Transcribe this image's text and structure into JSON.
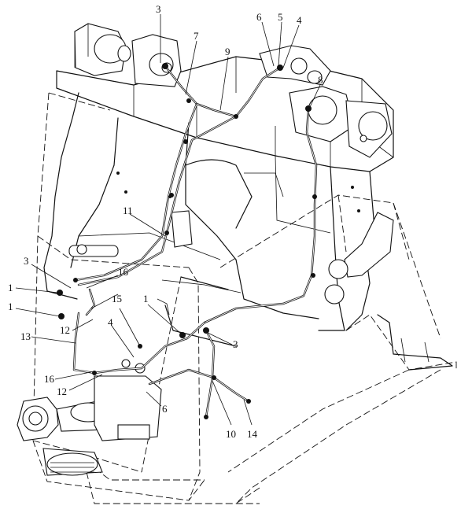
{
  "diagram": {
    "callouts": [
      {
        "id": "c3a",
        "text": "3"
      },
      {
        "id": "c7",
        "text": "7"
      },
      {
        "id": "c6a",
        "text": "6"
      },
      {
        "id": "c5",
        "text": "5"
      },
      {
        "id": "c4a",
        "text": "4"
      },
      {
        "id": "c9",
        "text": "9"
      },
      {
        "id": "c8",
        "text": "8"
      },
      {
        "id": "c11",
        "text": "11"
      },
      {
        "id": "c3b",
        "text": "3"
      },
      {
        "id": "c16a",
        "text": "16"
      },
      {
        "id": "c1a",
        "text": "1"
      },
      {
        "id": "c1b",
        "text": "1"
      },
      {
        "id": "c15",
        "text": "15"
      },
      {
        "id": "c1c",
        "text": "1"
      },
      {
        "id": "c12a",
        "text": "12"
      },
      {
        "id": "c4b",
        "text": "4"
      },
      {
        "id": "c13",
        "text": "13"
      },
      {
        "id": "c3c",
        "text": "3"
      },
      {
        "id": "c16b",
        "text": "16"
      },
      {
        "id": "c12b",
        "text": "12"
      },
      {
        "id": "c6b",
        "text": "6"
      },
      {
        "id": "c10",
        "text": "10"
      },
      {
        "id": "c14",
        "text": "14"
      }
    ]
  }
}
